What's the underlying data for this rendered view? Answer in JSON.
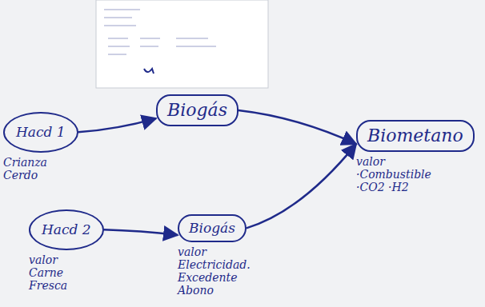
{
  "diagram": {
    "nodes": [
      {
        "text": [
          "Hacd 1",
          "Crianza Cerdo"
        ]
      },
      {
        "text": [
          "Hacd 2",
          "valor Carne Fresca"
        ]
      },
      {
        "text": [
          "Biogás"
        ]
      },
      {
        "text": [
          "Biogás",
          "valor Electricidad. Excedente Abono"
        ]
      },
      {
        "text": [
          "Biometano",
          "valor ·Combustible ·CO2 ·H2"
        ]
      }
    ],
    "edges": [
      {
        "from": 0,
        "to": 2,
        "arrow": "to"
      },
      {
        "from": 1,
        "to": 3,
        "arrow": "to"
      },
      {
        "from": 2,
        "to": 4,
        "arrow": "to"
      },
      {
        "from": 3,
        "to": 4,
        "arrow": "to"
      }
    ]
  }
}
